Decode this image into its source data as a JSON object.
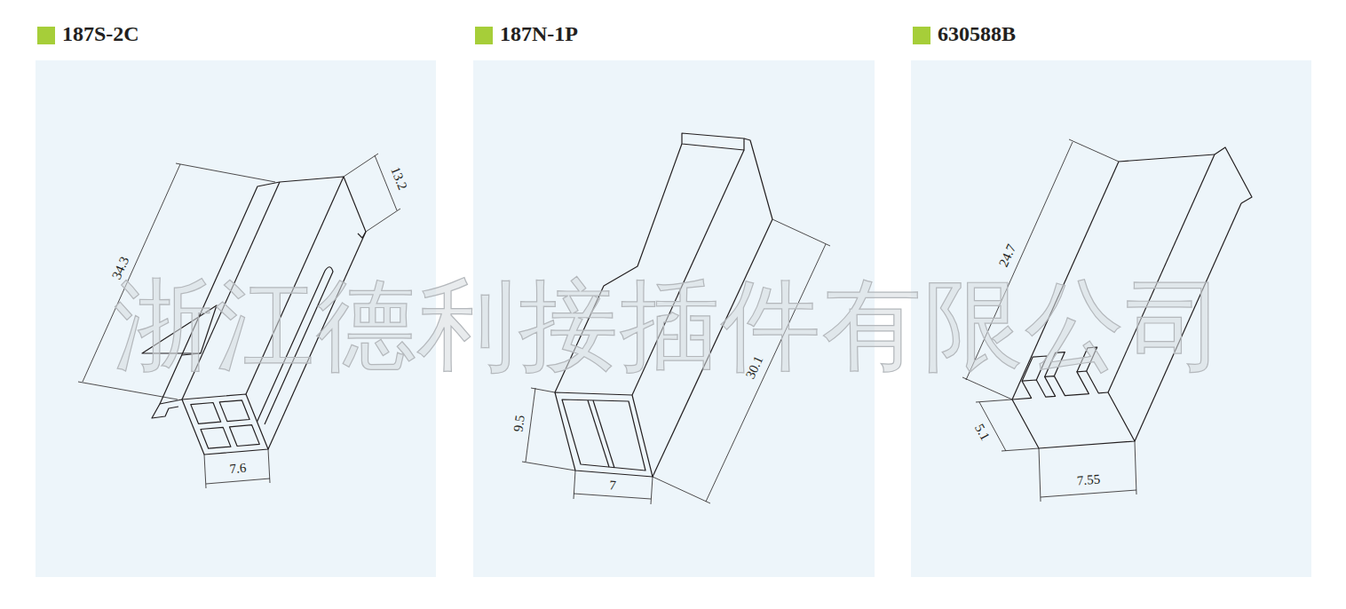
{
  "diagram": {
    "nodes": [
      {
        "text": [
          "187S-2C"
        ]
      },
      {
        "text": [
          "187N-1P"
        ]
      },
      {
        "text": [
          "630588B"
        ]
      }
    ],
    "labels": [
      "34.3",
      "13.2",
      "7.6",
      "9.5",
      "7",
      "30.1",
      "24.7",
      "5.1",
      "7.55",
      "浙江德利接插件有限公司"
    ]
  }
}
